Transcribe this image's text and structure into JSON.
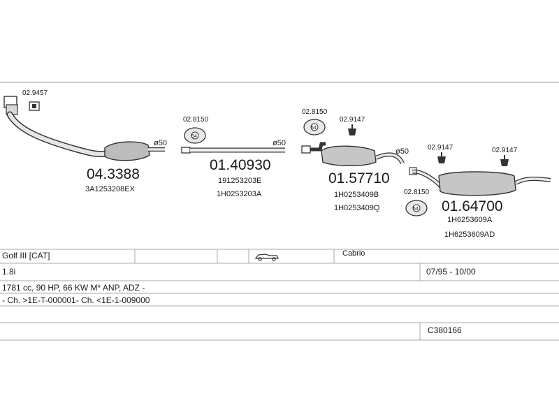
{
  "parts": {
    "p1": {
      "number": "04.3388",
      "codes": [
        "3A1253208EX"
      ]
    },
    "p2": {
      "number": "01.40930",
      "codes": [
        "191253203E",
        "1H0253203A"
      ]
    },
    "p3": {
      "number": "01.57710",
      "codes": [
        "1H0253409B",
        "1H0253409Q"
      ]
    },
    "p4": {
      "number": "01.64700",
      "codes": [
        "1H6253609A",
        "1H6253609AD"
      ]
    }
  },
  "accessories": {
    "a1": "02.9457",
    "a2": "02.8150",
    "a3": "02.8150",
    "a4": "02.9147",
    "a5": "02.9147",
    "a6": "02.9147",
    "a7": "02.8150"
  },
  "diameters": {
    "d1": "ø50",
    "d2": "ø50",
    "d3": "ø50"
  },
  "gasket_size": "54",
  "info": {
    "model": "Golf III  [CAT]",
    "body": "Cabrio",
    "engine": "1.8i",
    "period": "07/95 - 10/00",
    "spec": "1781 cc, 90 HP, 66 KW M* ANP, ADZ -",
    "chassis": "- Ch. >1E-T-000001- Ch. <1E-1-009000",
    "code": "C380166"
  },
  "icons": {
    "car": "convertible-car-icon"
  }
}
